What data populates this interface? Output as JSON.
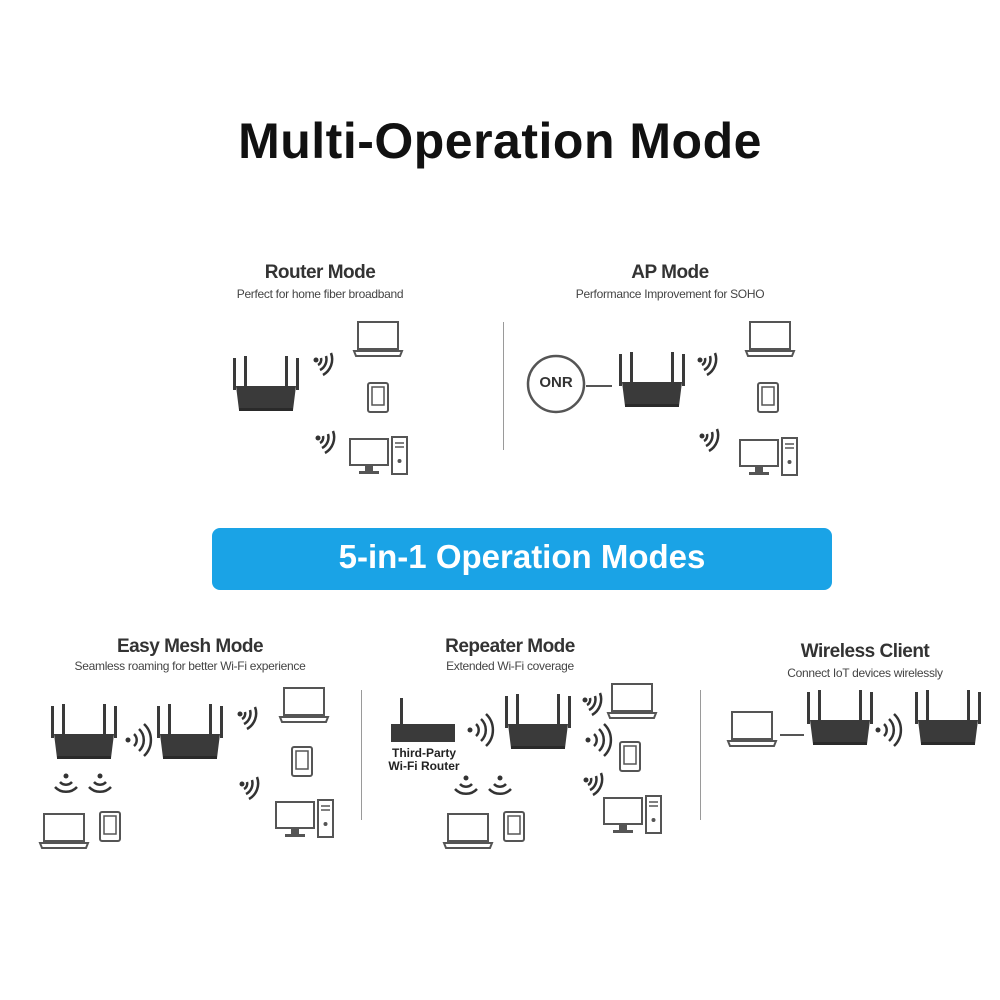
{
  "title": "Multi-Operation Mode",
  "banner": {
    "label": "5-in-1 Operation Modes",
    "color": "#1aa3e6"
  },
  "modes": [
    {
      "title": "Router Mode",
      "subtitle": "Perfect for home fiber broadband"
    },
    {
      "title": "AP Mode",
      "subtitle": "Performance Improvement for SOHO",
      "node_label": "ONR"
    },
    {
      "title": "Easy Mesh Mode",
      "subtitle": "Seamless roaming for better Wi-Fi experience"
    },
    {
      "title": "Repeater Mode",
      "subtitle": "Extended Wi-Fi coverage",
      "third_party_line1": "Third-Party",
      "third_party_line2": "Wi-Fi Router"
    },
    {
      "title": "Wireless Client",
      "subtitle": "Connect IoT devices wirelessly"
    }
  ],
  "icons": [
    "router-icon",
    "laptop-icon",
    "tablet-icon",
    "desktop-icon",
    "wifi-waves-icon",
    "onr-modem-icon"
  ],
  "colors": {
    "device": "#3a3a3a",
    "outline": "#555555",
    "divider": "#9a9a9a",
    "title": "#111111"
  }
}
